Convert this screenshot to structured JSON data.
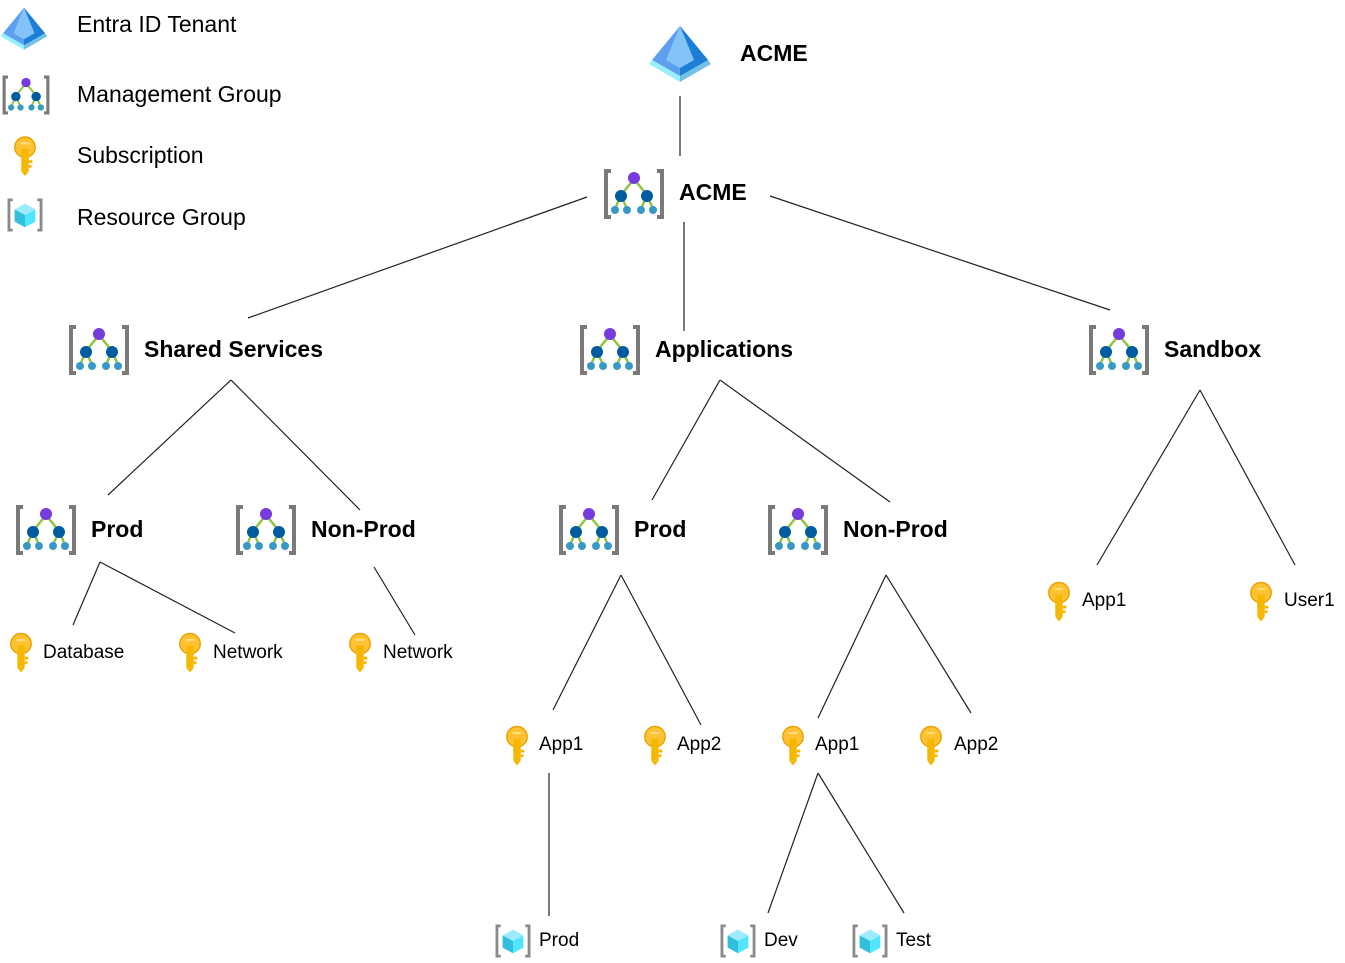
{
  "legend": {
    "tenant": "Entra ID Tenant",
    "management_group": "Management Group",
    "subscription": "Subscription",
    "resource_group": "Resource Group"
  },
  "tree": {
    "tenant": "ACME",
    "root_mg": "ACME",
    "shared_services": {
      "label": "Shared Services",
      "prod": {
        "label": "Prod",
        "subs": [
          "Database",
          "Network"
        ]
      },
      "nonprod": {
        "label": "Non-Prod",
        "subs": [
          "Network"
        ]
      }
    },
    "applications": {
      "label": "Applications",
      "prod": {
        "label": "Prod",
        "subs": [
          "App1",
          "App2"
        ],
        "app1_resource_groups": [
          "Prod"
        ]
      },
      "nonprod": {
        "label": "Non-Prod",
        "subs": [
          "App1",
          "App2"
        ],
        "app1_resource_groups": [
          "Dev",
          "Test"
        ]
      }
    },
    "sandbox": {
      "label": "Sandbox",
      "subs": [
        "App1",
        "User1"
      ]
    }
  }
}
